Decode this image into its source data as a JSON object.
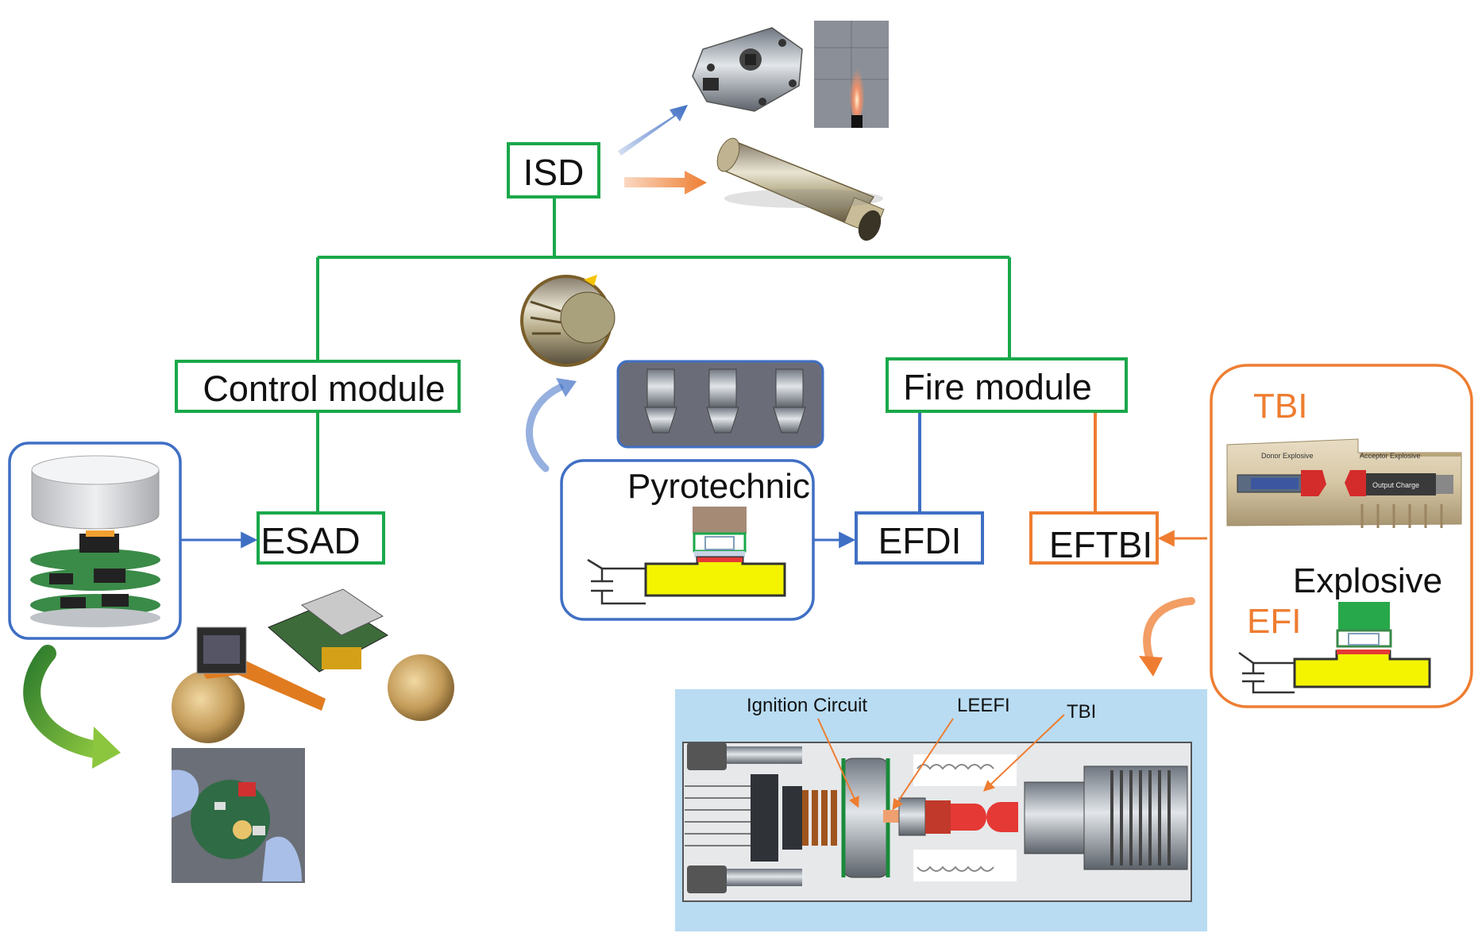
{
  "nodes": {
    "isd": "ISD",
    "control_module": "Control module",
    "fire_module": "Fire module",
    "esad": "ESAD",
    "efdi": "EFDI",
    "eftbi": "EFTBI"
  },
  "pyrotechnic": {
    "title": "Pyrotechnic"
  },
  "tbi_panel": {
    "tbi_label": "TBI",
    "donor_explosive": "Donor Explosive",
    "acceptor_explosive": "Acceptor Explosive",
    "output_charge": "Output Charge",
    "explosive_label": "Explosive",
    "efi_label": "EFI"
  },
  "cutaway": {
    "ignition_circuit": "Ignition Circuit",
    "leefi": "LEEFI",
    "tbi": "TBI"
  },
  "colors": {
    "green": "#1aa84a",
    "blue": "#3f6fc4",
    "orange": "#ee7d31",
    "yellow": "#f4f400",
    "sky": "#b9dcf2"
  }
}
